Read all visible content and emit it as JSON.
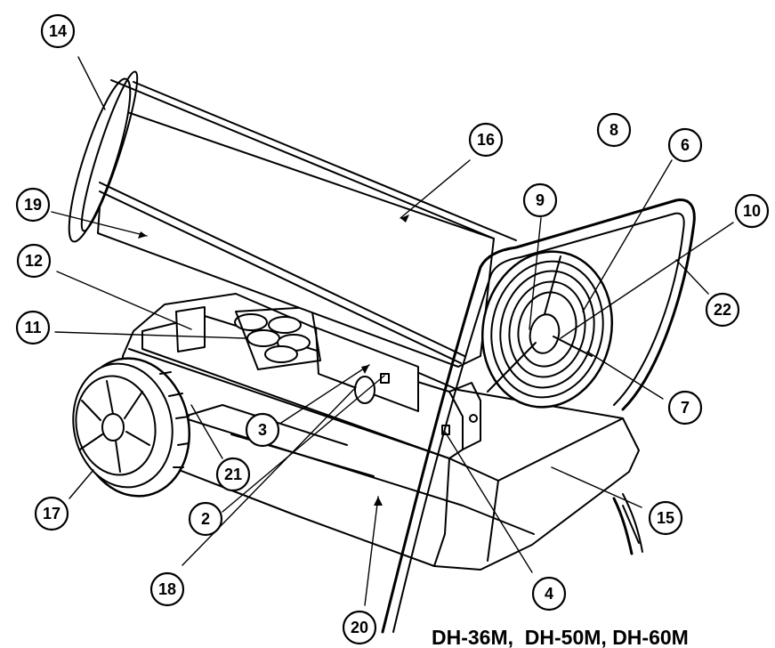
{
  "title": "DH-36M,  DH-50M, DH-60M",
  "colors": {
    "line": "#000000",
    "fill": "#ffffff",
    "shade": "#f2f2f2"
  },
  "callouts": [
    {
      "id": "c1",
      "label": "14"
    },
    {
      "id": "c2",
      "label": "16"
    },
    {
      "id": "c3",
      "label": "8"
    },
    {
      "id": "c4",
      "label": "6"
    },
    {
      "id": "c5",
      "label": "9"
    },
    {
      "id": "c6",
      "label": "10"
    },
    {
      "id": "c7",
      "label": "19"
    },
    {
      "id": "c8",
      "label": "12"
    },
    {
      "id": "c9",
      "label": "11"
    },
    {
      "id": "c10",
      "label": "22"
    },
    {
      "id": "c11",
      "label": "7"
    },
    {
      "id": "c12",
      "label": "3"
    },
    {
      "id": "c13",
      "label": "21"
    },
    {
      "id": "c14",
      "label": "17"
    },
    {
      "id": "c15",
      "label": "2"
    },
    {
      "id": "c16",
      "label": "15"
    },
    {
      "id": "c17",
      "label": "18"
    },
    {
      "id": "c18",
      "label": "4"
    },
    {
      "id": "c19",
      "label": "20"
    }
  ]
}
